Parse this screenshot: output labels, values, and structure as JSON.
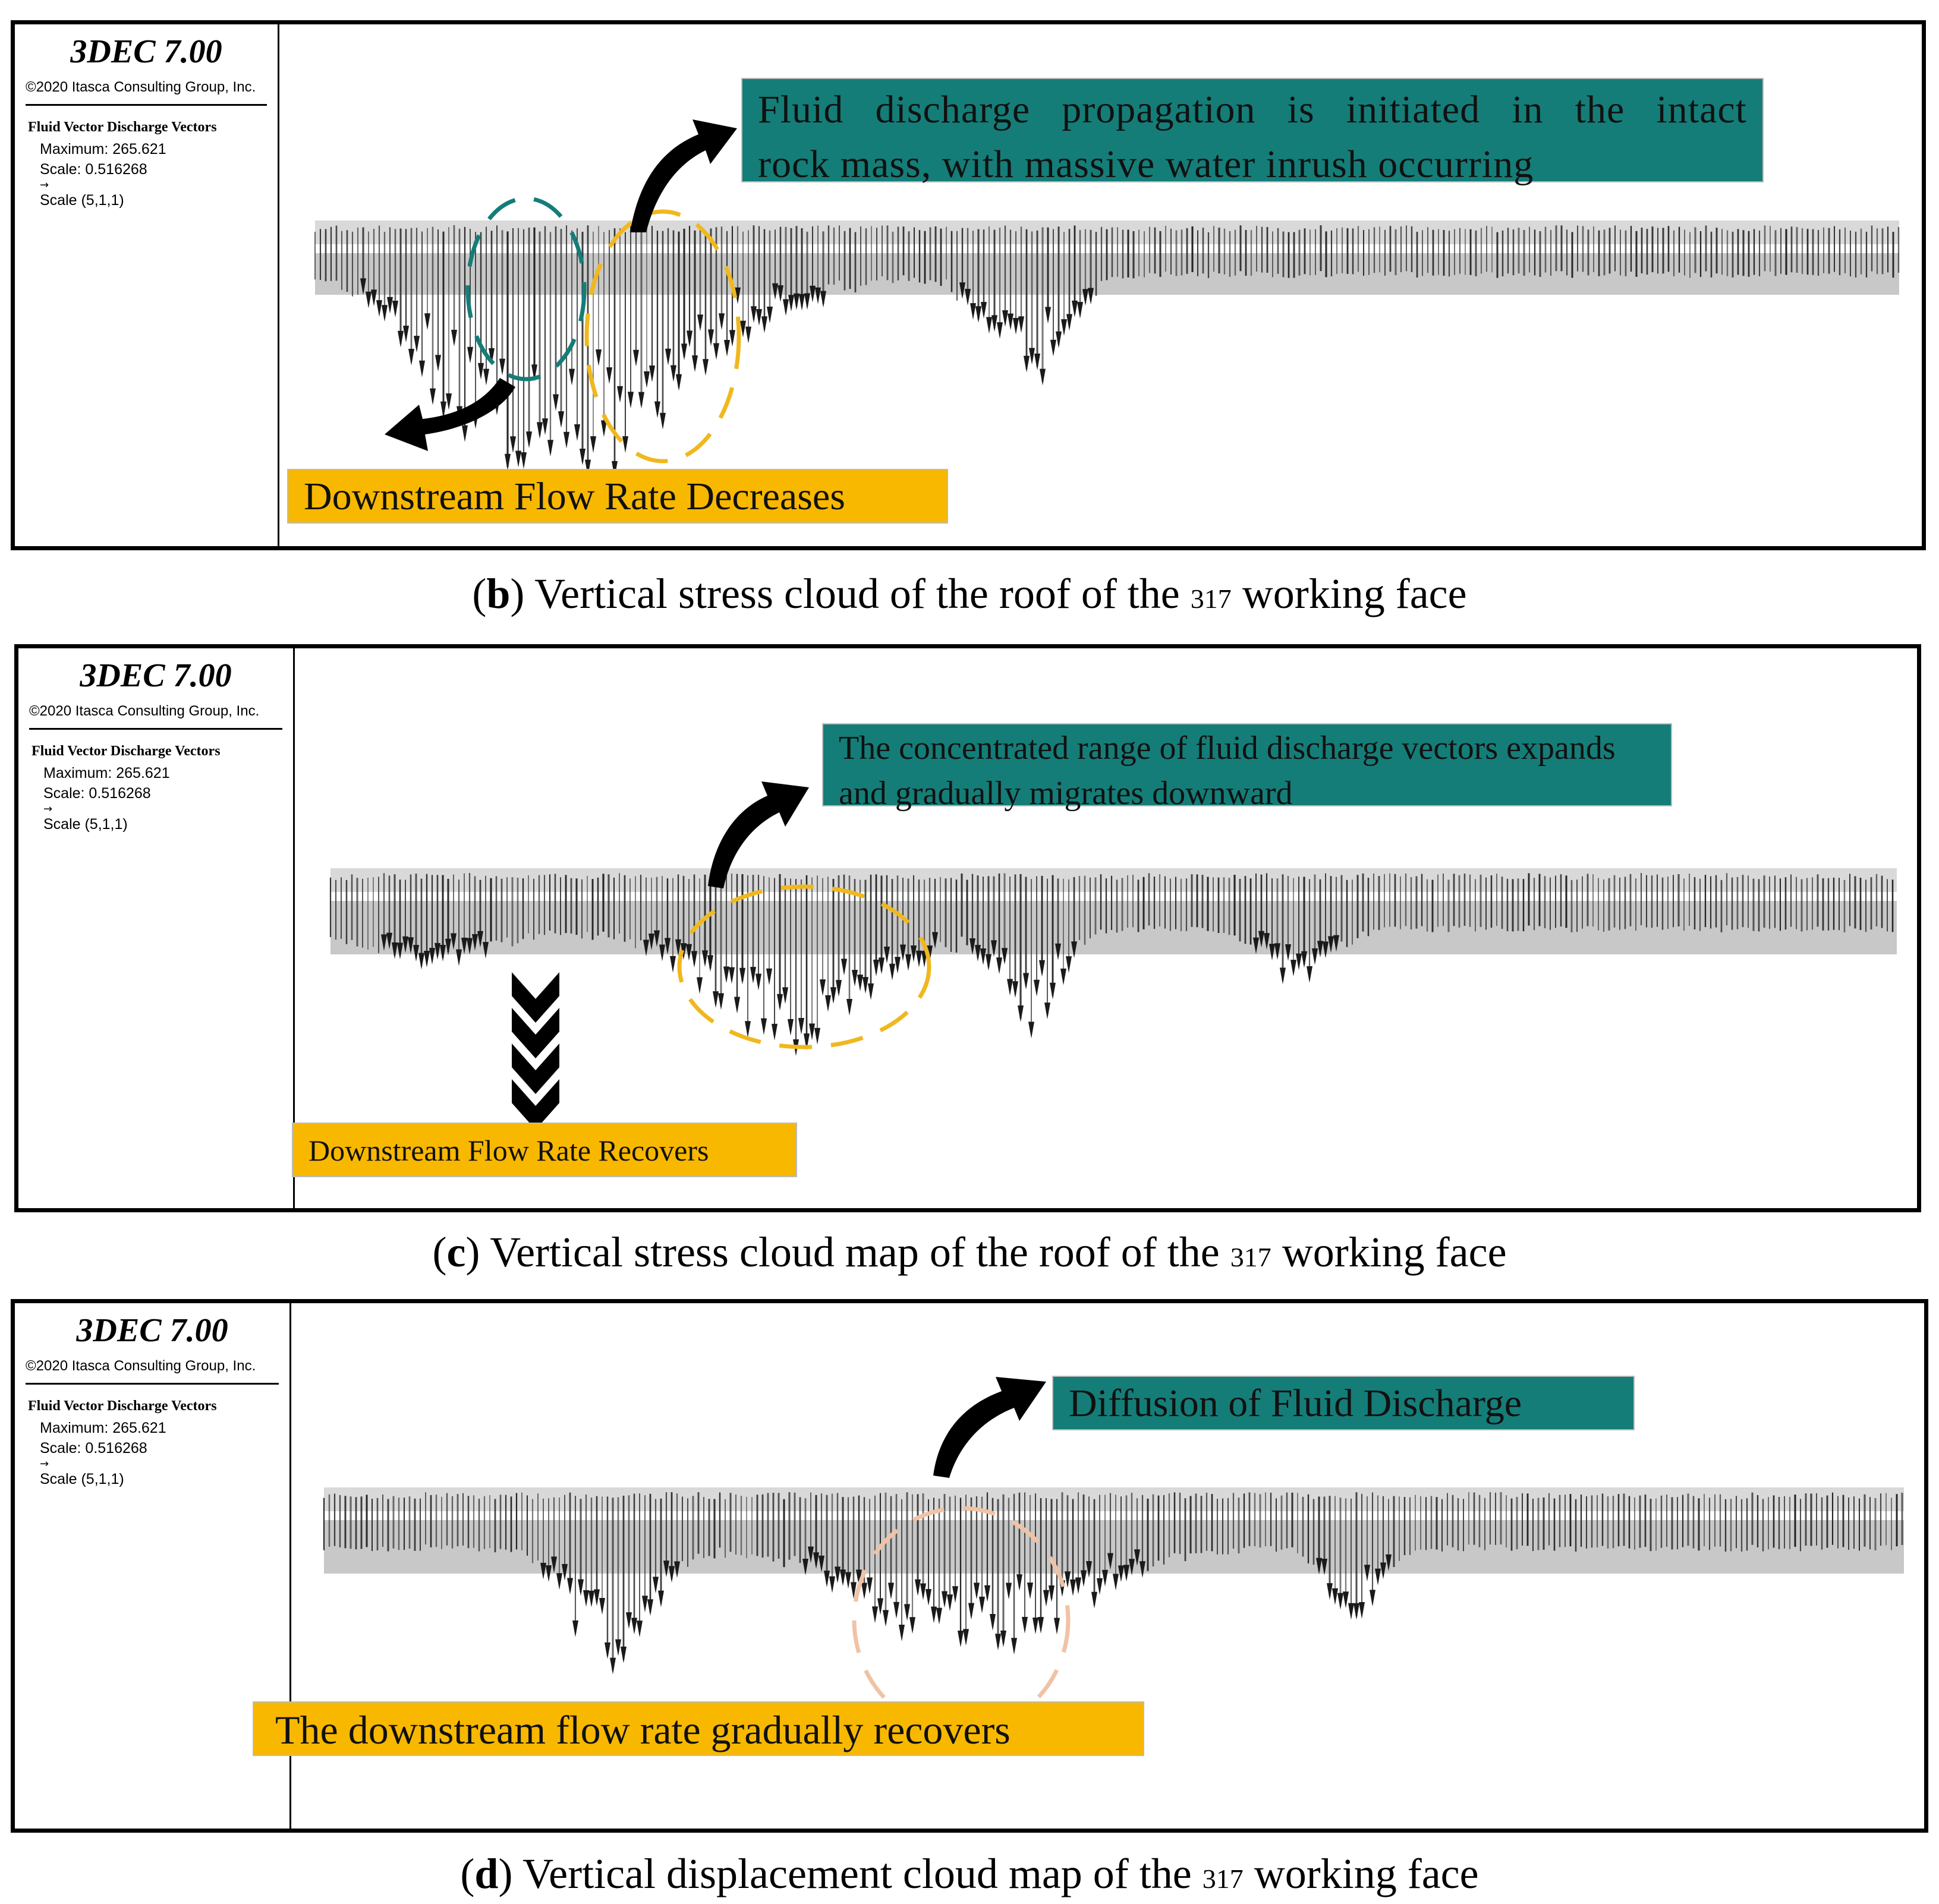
{
  "legend": {
    "software_title": "3DEC 7.00",
    "copyright": "©2020 Itasca Consulting Group, Inc.",
    "vector_title": "Fluid Vector Discharge Vectors",
    "maximum": "Maximum: 265.621",
    "scale": "Scale: 0.516268",
    "arrow_glyph": "→",
    "scale_factor": "Scale (5,1,1)"
  },
  "panels": [
    {
      "label_top": "Fluid discharge propagation is initiated in the intact",
      "label_top_line2": "rock mass, with massive water inrush occurring",
      "label_bottom": "Downstream Flow Rate Decreases",
      "caption_letter": "b",
      "caption_pre": ") Vertical stress cloud of the roof of the ",
      "caption_num": "317",
      "caption_post": " working face",
      "ellipse_colors": [
        "#157d78",
        "#f0b81e"
      ]
    },
    {
      "label_top": "The concentrated range of fluid discharge vectors expands",
      "label_top_line2": "and gradually migrates downward",
      "label_bottom": "Downstream Flow Rate Recovers",
      "caption_letter": "c",
      "caption_pre": ") Vertical stress cloud map of the roof of the ",
      "caption_num": "317",
      "caption_post": " working face",
      "ellipse_colors": [
        "#f0b81e"
      ]
    },
    {
      "label_top": "Diffusion of Fluid Discharge",
      "label_bottom": "The downstream flow rate gradually recovers",
      "caption_letter": "d",
      "caption_pre": ") Vertical displacement cloud map of the ",
      "caption_num": "317",
      "caption_post": " working face",
      "ellipse_colors": [
        "#f0c3a6"
      ]
    }
  ],
  "colors": {
    "teal_label": "#157d78",
    "gold_label": "#f8b800",
    "vector_ink": "#1a1a1a"
  }
}
